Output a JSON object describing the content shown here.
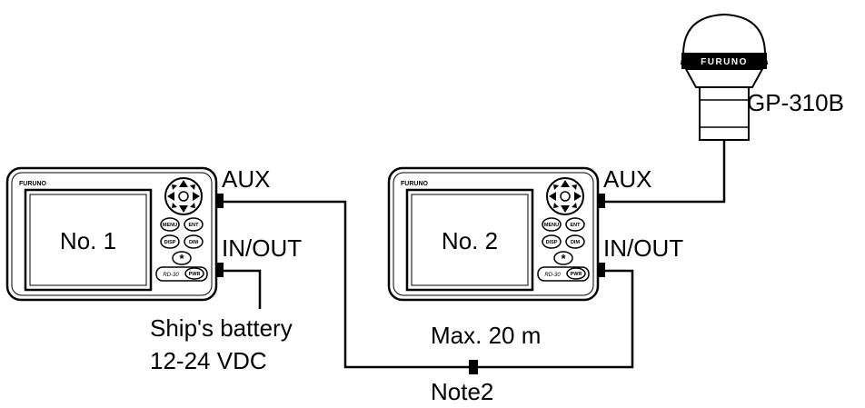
{
  "displays": [
    {
      "screen_label": "No. 1",
      "brand": "FURUNO",
      "model": "RD-30",
      "buttons": {
        "menu": "MENU",
        "ent": "ENT",
        "disp": "DISP",
        "dim": "DIM",
        "star": "*",
        "pwr": "PWR"
      },
      "port_aux": "AUX",
      "port_inout": "IN/OUT"
    },
    {
      "screen_label": "No. 2",
      "brand": "FURUNO",
      "model": "RD-30",
      "buttons": {
        "menu": "MENU",
        "ent": "ENT",
        "disp": "DISP",
        "dim": "DIM",
        "star": "*",
        "pwr": "PWR"
      },
      "port_aux": "AUX",
      "port_inout": "IN/OUT"
    }
  ],
  "antenna": {
    "brand": "FURUNO",
    "model": "GP-310B"
  },
  "power": {
    "line1": "Ship's battery",
    "line2": "12-24 VDC"
  },
  "cable": {
    "max_length": "Max. 20 m",
    "note": "Note2"
  }
}
